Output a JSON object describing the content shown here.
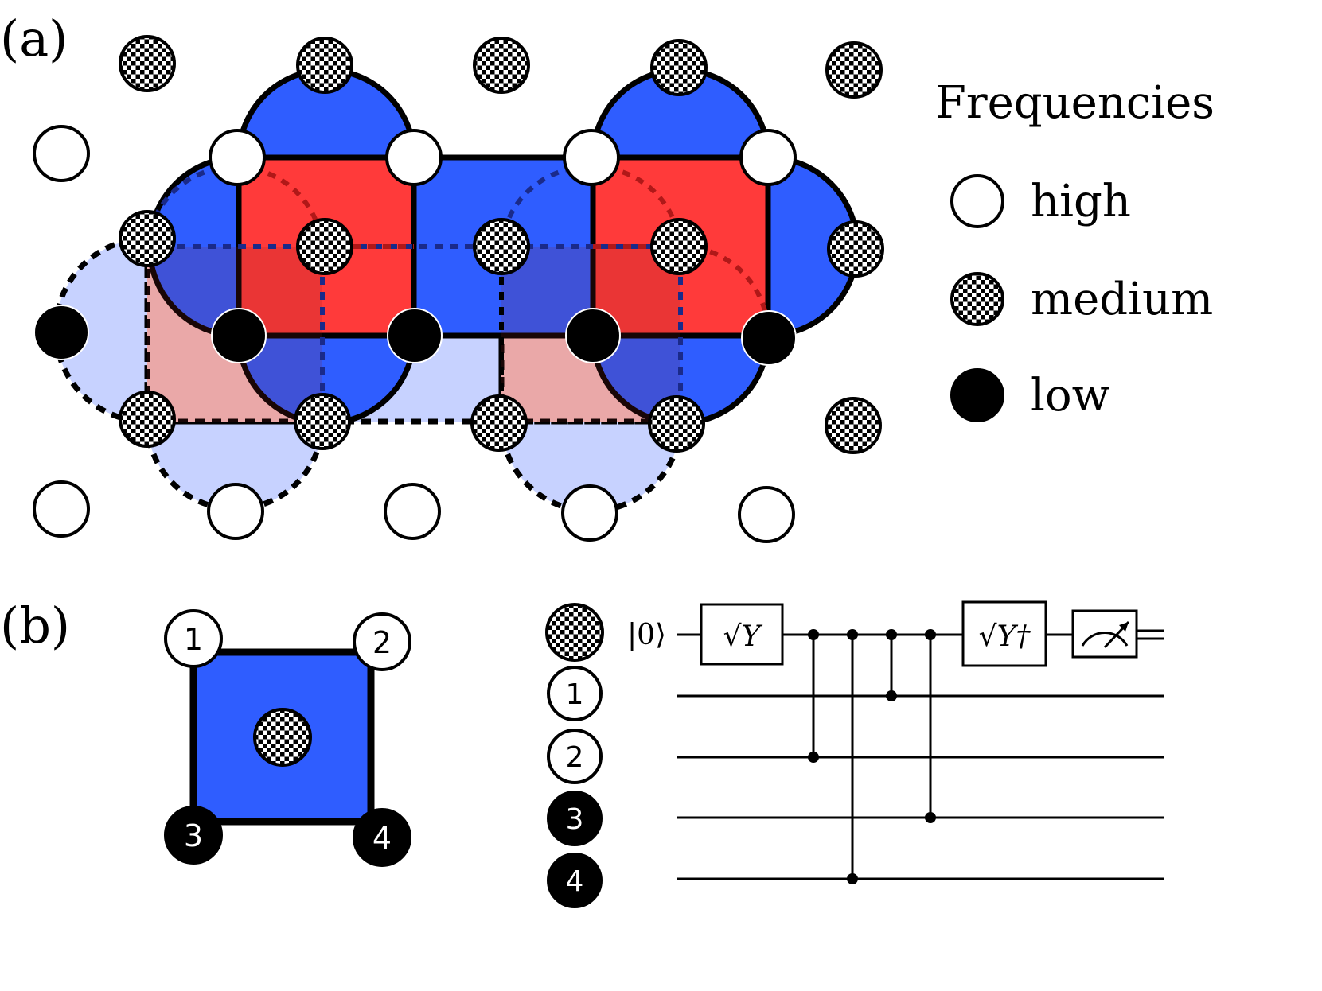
{
  "panels": {
    "a": {
      "label": "(a)"
    },
    "b": {
      "label": "(b)"
    }
  },
  "legend": {
    "title": "Frequencies",
    "items": [
      {
        "key": "high",
        "label": "high"
      },
      {
        "key": "medium",
        "label": "medium"
      },
      {
        "key": "low",
        "label": "low"
      }
    ]
  },
  "colors": {
    "x_stabilizer": "#2f5dff",
    "z_stabilizer": "#ff2a2a",
    "x_stabilizer_light": "#c7d2ff",
    "z_stabilizer_light": "#ffc6c6",
    "outline": "#000000"
  },
  "plaquette": {
    "data_qubits": [
      "1",
      "2",
      "3",
      "4"
    ]
  },
  "circuit": {
    "input_state": "|0⟩",
    "rows": [
      {
        "qubit": "ancilla",
        "type": "medium"
      },
      {
        "qubit": "1",
        "type": "high"
      },
      {
        "qubit": "2",
        "type": "high"
      },
      {
        "qubit": "3",
        "type": "low"
      },
      {
        "qubit": "4",
        "type": "low"
      }
    ],
    "gates": [
      {
        "label": "√Y",
        "kind": "single"
      },
      {
        "kind": "cz",
        "target": "2"
      },
      {
        "kind": "cz",
        "target": "4"
      },
      {
        "kind": "cz",
        "target": "1"
      },
      {
        "kind": "cz",
        "target": "3"
      },
      {
        "label": "√Y†",
        "kind": "single"
      },
      {
        "kind": "measure"
      }
    ]
  }
}
